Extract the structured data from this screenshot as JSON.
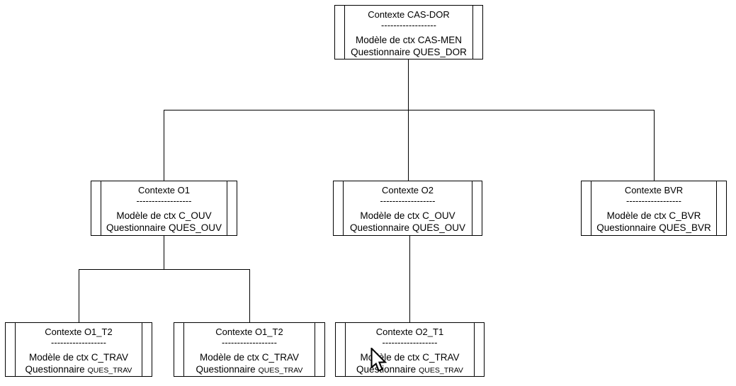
{
  "diagram": {
    "separator": "------------------",
    "colors": {
      "line": "#000000",
      "background": "#ffffff",
      "text": "#000000"
    },
    "cursor_icon": "arrow-pointer",
    "boxes": [
      {
        "title": "Contexte CAS-DOR",
        "model": "Modèle de ctx CAS-MEN",
        "questionnaire_label": "Questionnaire",
        "questionnaire_value": "QUES_DOR"
      },
      {
        "title": "Contexte O1",
        "model": "Modèle de ctx C_OUV",
        "questionnaire_label": "Questionnaire",
        "questionnaire_value": "QUES_OUV"
      },
      {
        "title": "Contexte O2",
        "model": "Modèle de ctx C_OUV",
        "questionnaire_label": "Questionnaire",
        "questionnaire_value": "QUES_OUV"
      },
      {
        "title": "Contexte BVR",
        "model": "Modèle de ctx C_BVR",
        "questionnaire_label": "Questionnaire",
        "questionnaire_value": "QUES_BVR"
      },
      {
        "title": "Contexte O1_T2",
        "model": "Modèle de ctx C_TRAV",
        "questionnaire_label": "Questionnaire",
        "questionnaire_value": "QUES_TRAV"
      },
      {
        "title": "Contexte O1_T2",
        "model": "Modèle de ctx C_TRAV",
        "questionnaire_label": "Questionnaire",
        "questionnaire_value": "QUES_TRAV"
      },
      {
        "title": "Contexte O2_T1",
        "model": "Modèle de ctx C_TRAV",
        "questionnaire_label": "Questionnaire",
        "questionnaire_value": "QUES_TRAV"
      }
    ]
  }
}
